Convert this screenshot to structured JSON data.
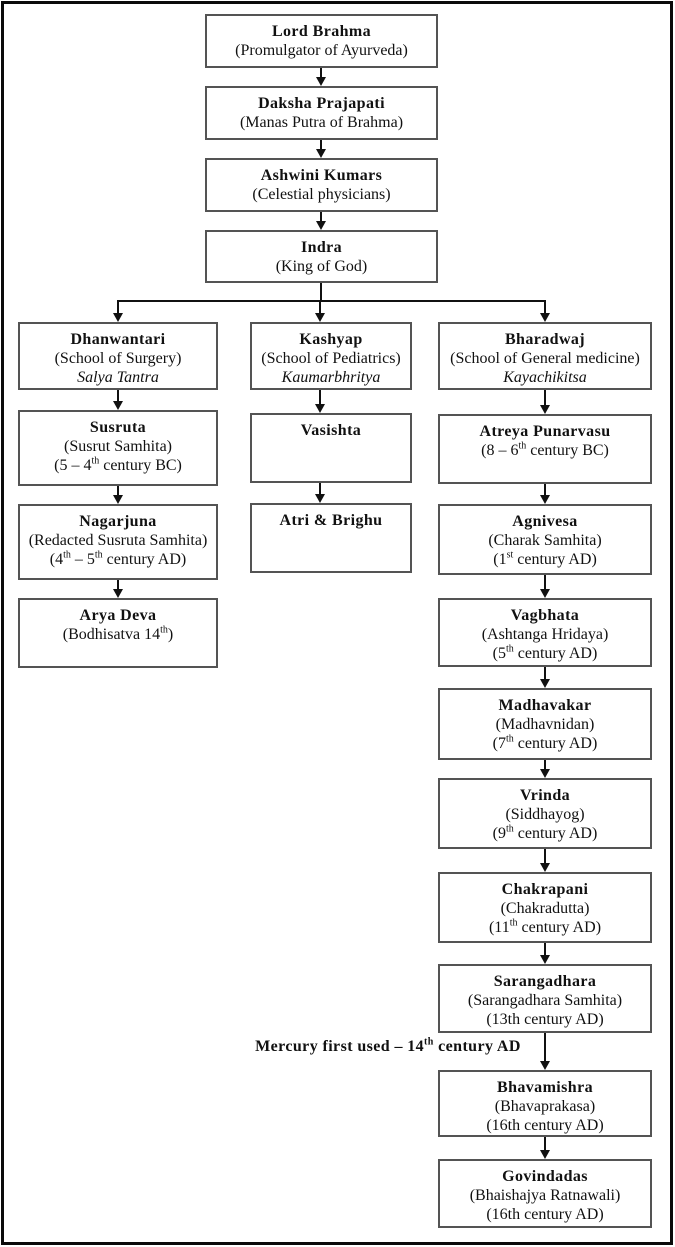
{
  "colors": {
    "background": "#ffffff",
    "frame_border": "#0a0a0a",
    "box_border": "#545454",
    "text": "#111111",
    "connector": "#111111"
  },
  "nodes": [
    {
      "id": "lord-brahma",
      "lines": [
        {
          "style": "bold",
          "parts": [
            {
              "text": "Lord Brahma"
            }
          ]
        },
        {
          "style": "regular",
          "parts": [
            {
              "text": "(Promulgator of Ayurveda)"
            }
          ]
        }
      ]
    },
    {
      "id": "daksha-prajapati",
      "lines": [
        {
          "style": "bold",
          "parts": [
            {
              "text": "Daksha Prajapati"
            }
          ]
        },
        {
          "style": "regular",
          "parts": [
            {
              "text": "(Manas Putra of Brahma)"
            }
          ]
        }
      ]
    },
    {
      "id": "ashwini-kumars",
      "lines": [
        {
          "style": "bold",
          "parts": [
            {
              "text": "Ashwini Kumars"
            }
          ]
        },
        {
          "style": "regular",
          "parts": [
            {
              "text": "(Celestial physicians)"
            }
          ]
        }
      ]
    },
    {
      "id": "indra",
      "lines": [
        {
          "style": "bold",
          "parts": [
            {
              "text": "Indra"
            }
          ]
        },
        {
          "style": "regular",
          "parts": [
            {
              "text": "(King of God)"
            }
          ]
        }
      ]
    },
    {
      "id": "dhanwantari",
      "lines": [
        {
          "style": "bold",
          "parts": [
            {
              "text": "Dhanwantari"
            }
          ]
        },
        {
          "style": "regular",
          "parts": [
            {
              "text": "(School of Surgery)"
            }
          ]
        },
        {
          "style": "italic",
          "parts": [
            {
              "text": "Salya Tantra"
            }
          ]
        }
      ]
    },
    {
      "id": "kashyap",
      "lines": [
        {
          "style": "bold",
          "parts": [
            {
              "text": "Kashyap"
            }
          ]
        },
        {
          "style": "regular",
          "parts": [
            {
              "text": "(School of Pediatrics)"
            }
          ]
        },
        {
          "style": "italic",
          "parts": [
            {
              "text": "Kaumarbhritya"
            }
          ]
        }
      ]
    },
    {
      "id": "bharadwaj",
      "lines": [
        {
          "style": "bold",
          "parts": [
            {
              "text": "Bharadwaj"
            }
          ]
        },
        {
          "style": "regular",
          "parts": [
            {
              "text": "(School of General medicine)"
            }
          ]
        },
        {
          "style": "italic",
          "parts": [
            {
              "text": "Kayachikitsa"
            }
          ]
        }
      ]
    },
    {
      "id": "susruta",
      "lines": [
        {
          "style": "bold",
          "parts": [
            {
              "text": "Susruta"
            }
          ]
        },
        {
          "style": "regular",
          "parts": [
            {
              "text": "(Susrut Samhita)"
            }
          ]
        },
        {
          "style": "regular",
          "parts": [
            {
              "text": "(5 – 4"
            },
            {
              "text": "th",
              "sup": true
            },
            {
              "text": " century BC)"
            }
          ]
        }
      ]
    },
    {
      "id": "nagarjuna",
      "lines": [
        {
          "style": "bold",
          "parts": [
            {
              "text": "Nagarjuna"
            }
          ]
        },
        {
          "style": "regular",
          "parts": [
            {
              "text": "(Redacted Susruta Samhita)"
            }
          ]
        },
        {
          "style": "regular",
          "parts": [
            {
              "text": "(4"
            },
            {
              "text": "th",
              "sup": true
            },
            {
              "text": " – 5"
            },
            {
              "text": "th",
              "sup": true
            },
            {
              "text": " century AD)"
            }
          ]
        }
      ]
    },
    {
      "id": "arya-deva",
      "lines": [
        {
          "style": "bold",
          "parts": [
            {
              "text": "Arya Deva"
            }
          ]
        },
        {
          "style": "regular",
          "parts": [
            {
              "text": "(Bodhisatva 14"
            },
            {
              "text": "th",
              "sup": true
            },
            {
              "text": ")"
            }
          ]
        }
      ]
    },
    {
      "id": "vasishta",
      "lines": [
        {
          "style": "bold",
          "parts": [
            {
              "text": "Vasishta"
            }
          ]
        }
      ]
    },
    {
      "id": "atri-brighu",
      "lines": [
        {
          "style": "bold",
          "parts": [
            {
              "text": "Atri & Brighu"
            }
          ]
        }
      ]
    },
    {
      "id": "atreya-punarvasu",
      "lines": [
        {
          "style": "bold",
          "parts": [
            {
              "text": "Atreya Punarvasu"
            }
          ]
        },
        {
          "style": "regular",
          "parts": [
            {
              "text": "(8 – 6"
            },
            {
              "text": "th",
              "sup": true
            },
            {
              "text": " century BC)"
            }
          ]
        }
      ]
    },
    {
      "id": "agnivesa",
      "lines": [
        {
          "style": "bold",
          "parts": [
            {
              "text": "Agnivesa"
            }
          ]
        },
        {
          "style": "regular",
          "parts": [
            {
              "text": "(Charak Samhita)"
            }
          ]
        },
        {
          "style": "regular",
          "parts": [
            {
              "text": "(1"
            },
            {
              "text": "st",
              "sup": true
            },
            {
              "text": " century AD)"
            }
          ]
        }
      ]
    },
    {
      "id": "vagbhata",
      "lines": [
        {
          "style": "bold",
          "parts": [
            {
              "text": "Vagbhata"
            }
          ]
        },
        {
          "style": "regular",
          "parts": [
            {
              "text": "(Ashtanga Hridaya)"
            }
          ]
        },
        {
          "style": "regular",
          "parts": [
            {
              "text": "(5"
            },
            {
              "text": "th",
              "sup": true
            },
            {
              "text": " century AD)"
            }
          ]
        }
      ]
    },
    {
      "id": "madhavakar",
      "lines": [
        {
          "style": "bold",
          "parts": [
            {
              "text": "Madhavakar"
            }
          ]
        },
        {
          "style": "regular",
          "parts": [
            {
              "text": "(Madhavnidan)"
            }
          ]
        },
        {
          "style": "regular",
          "parts": [
            {
              "text": "(7"
            },
            {
              "text": "th",
              "sup": true
            },
            {
              "text": " century AD)"
            }
          ]
        }
      ]
    },
    {
      "id": "vrinda",
      "lines": [
        {
          "style": "bold",
          "parts": [
            {
              "text": "Vrinda"
            }
          ]
        },
        {
          "style": "regular",
          "parts": [
            {
              "text": "(Siddhayog)"
            }
          ]
        },
        {
          "style": "regular",
          "parts": [
            {
              "text": "(9"
            },
            {
              "text": "th",
              "sup": true
            },
            {
              "text": " century AD)"
            }
          ]
        }
      ]
    },
    {
      "id": "chakrapani",
      "lines": [
        {
          "style": "bold",
          "parts": [
            {
              "text": "Chakrapani"
            }
          ]
        },
        {
          "style": "regular",
          "parts": [
            {
              "text": "(Chakradutta)"
            }
          ]
        },
        {
          "style": "regular",
          "parts": [
            {
              "text": "(11"
            },
            {
              "text": "th",
              "sup": true
            },
            {
              "text": " century AD)"
            }
          ]
        }
      ]
    },
    {
      "id": "sarangadhara",
      "lines": [
        {
          "style": "bold",
          "parts": [
            {
              "text": "Sarangadhara"
            }
          ]
        },
        {
          "style": "regular",
          "parts": [
            {
              "text": "(Sarangadhara Samhita)"
            }
          ]
        },
        {
          "style": "regular",
          "parts": [
            {
              "text": "(13th century AD)"
            }
          ]
        }
      ]
    },
    {
      "id": "bhavamishra",
      "lines": [
        {
          "style": "bold",
          "parts": [
            {
              "text": "Bhavamishra"
            }
          ]
        },
        {
          "style": "regular",
          "parts": [
            {
              "text": "(Bhavaprakasa)"
            }
          ]
        },
        {
          "style": "regular",
          "parts": [
            {
              "text": "(16th century AD)"
            }
          ]
        }
      ]
    },
    {
      "id": "govindadas",
      "lines": [
        {
          "style": "bold",
          "parts": [
            {
              "text": "Govindadas"
            }
          ]
        },
        {
          "style": "regular",
          "parts": [
            {
              "text": "(Bhaishajya Ratnawali)"
            }
          ]
        },
        {
          "style": "regular",
          "parts": [
            {
              "text": "(16th century AD)"
            }
          ]
        }
      ]
    },
    {
      "id": "mercury-note",
      "lines": [
        {
          "style": "bold",
          "parts": [
            {
              "text": "Mercury first used – 14"
            },
            {
              "text": "th",
              "sup": true
            },
            {
              "text": " century AD"
            }
          ]
        }
      ]
    }
  ]
}
